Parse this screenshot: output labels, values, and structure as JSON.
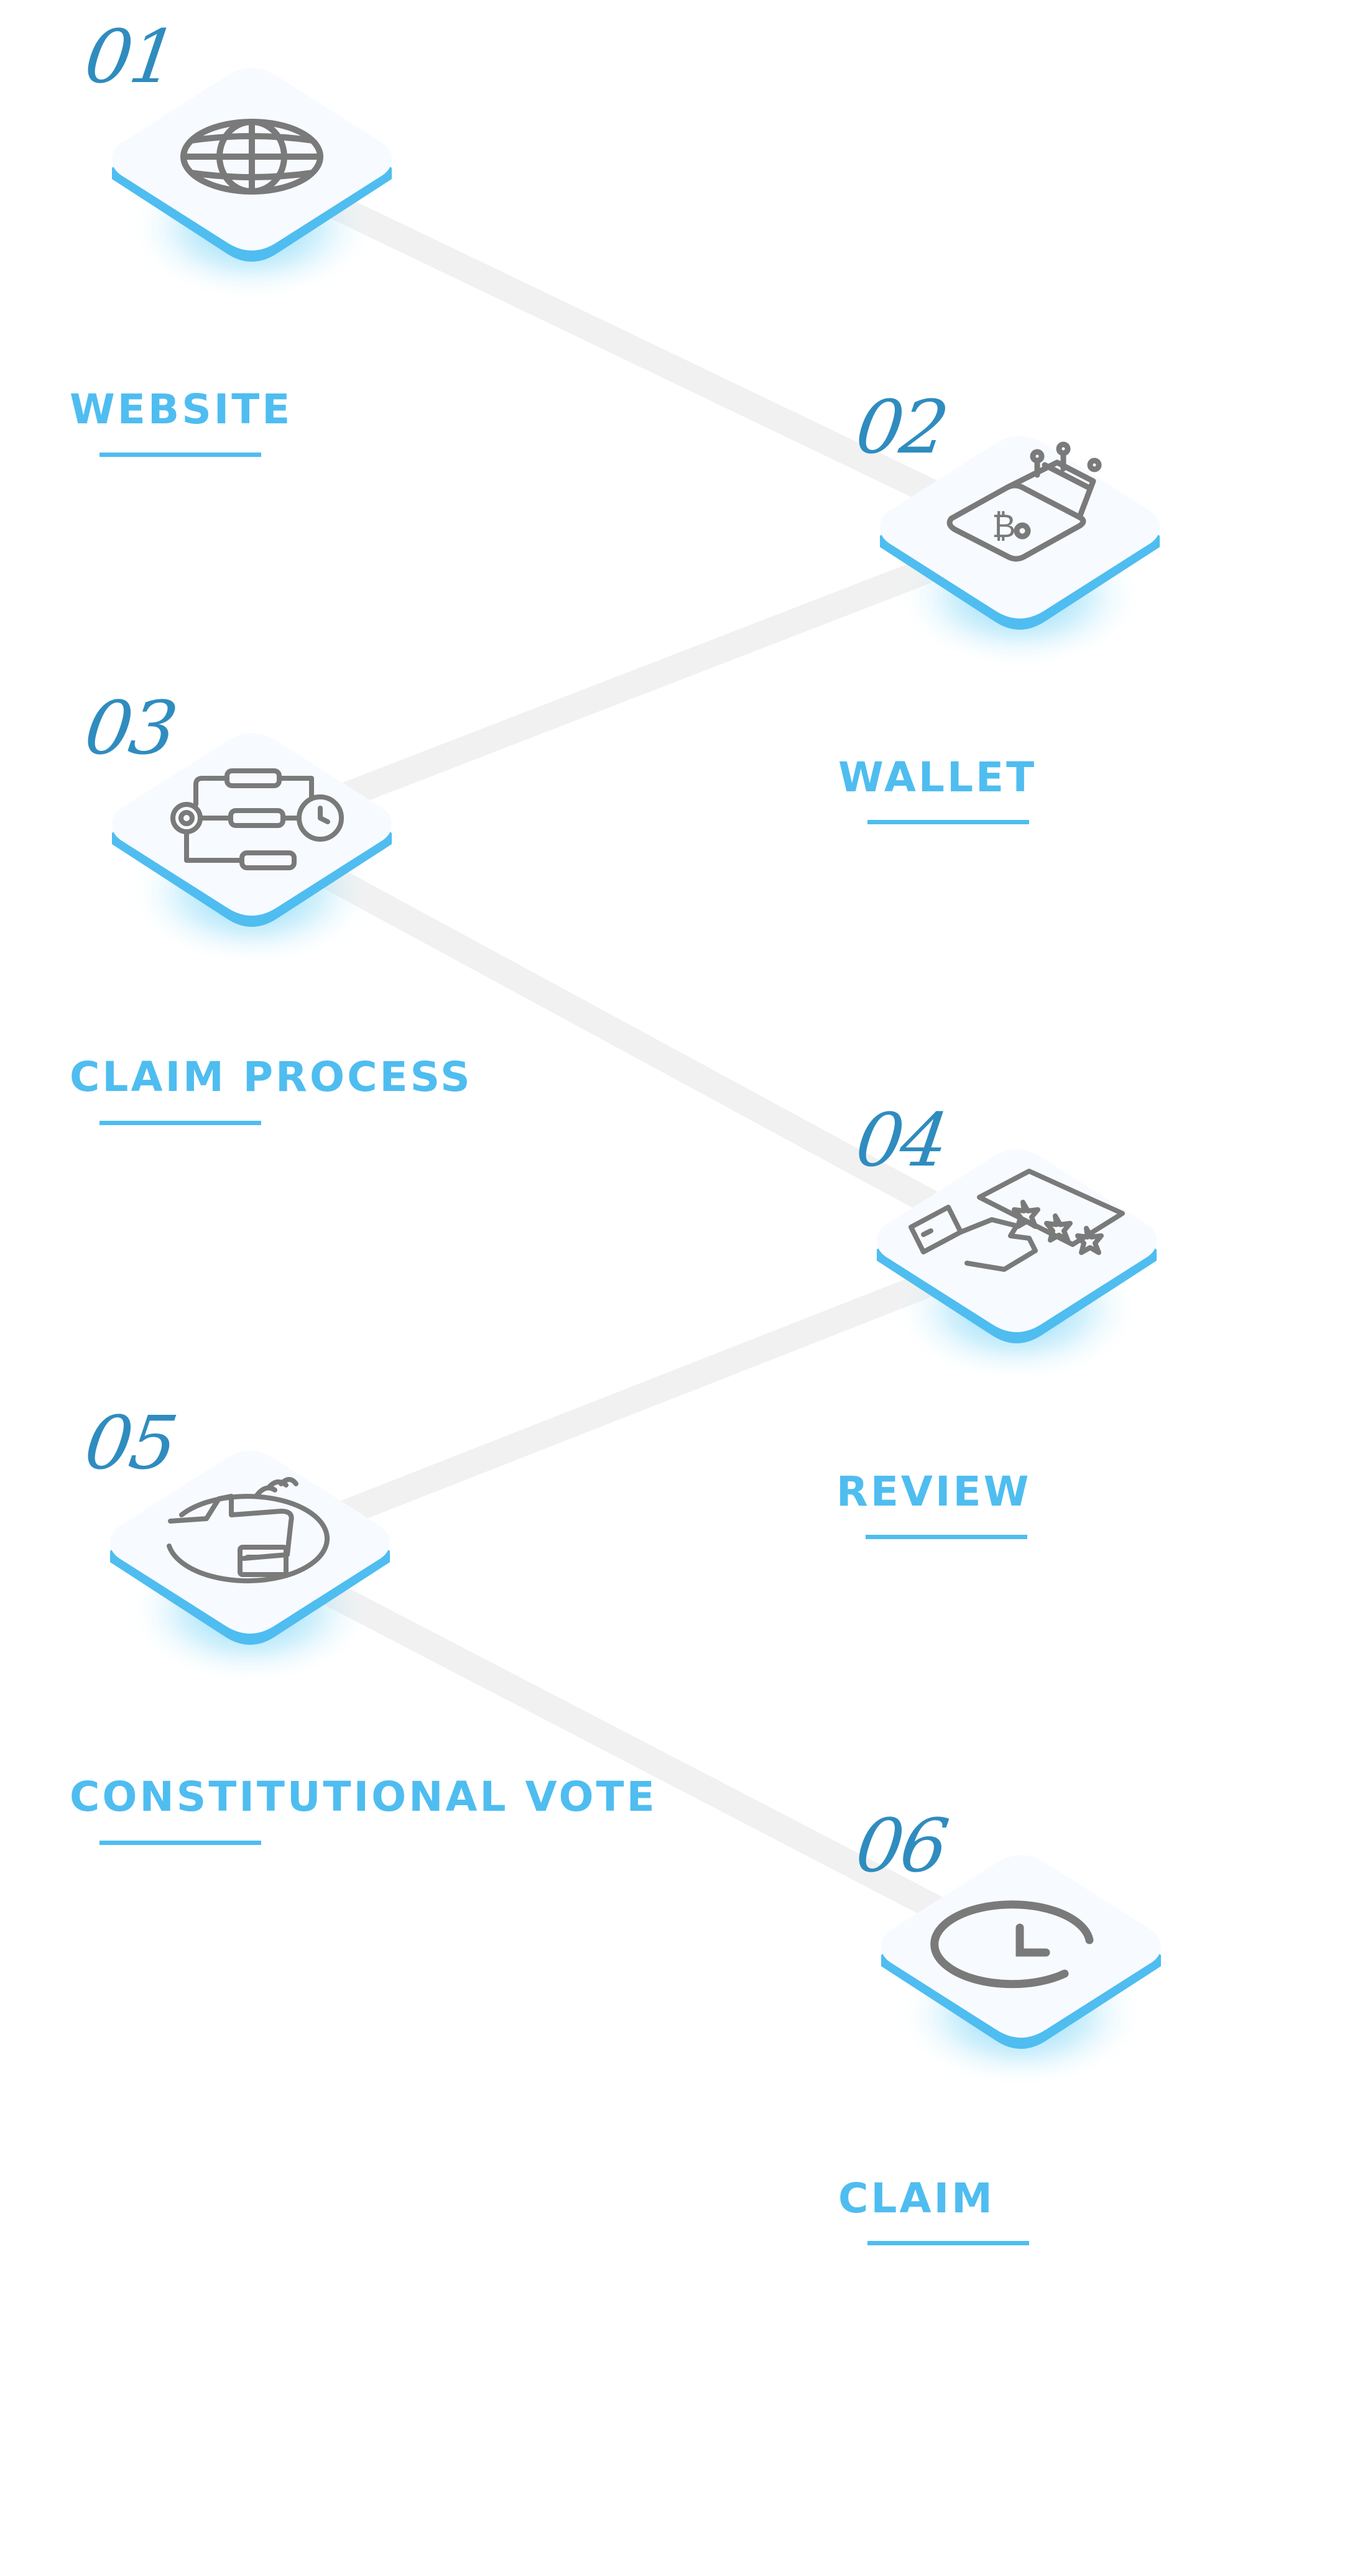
{
  "steps": [
    {
      "number": "01",
      "label": "WEBSITE",
      "icon": "globe-icon"
    },
    {
      "number": "02",
      "label": "WALLET",
      "icon": "bitcoin-wallet-icon"
    },
    {
      "number": "03",
      "label": "CLAIM PROCESS",
      "icon": "process-flow-icon"
    },
    {
      "number": "04",
      "label": "REVIEW",
      "icon": "rating-review-icon"
    },
    {
      "number": "05",
      "label": "CONSTITUTIONAL VOTE",
      "icon": "thumbs-up-vote-icon"
    },
    {
      "number": "06",
      "label": "CLAIM",
      "icon": "clock-icon"
    }
  ],
  "colors": {
    "accent": "#4fbdf0",
    "number": "#2f8cbf",
    "icon_stroke": "#7a7a7a",
    "connector": "#f1f1f1",
    "tile_face": "#f7fbff"
  }
}
